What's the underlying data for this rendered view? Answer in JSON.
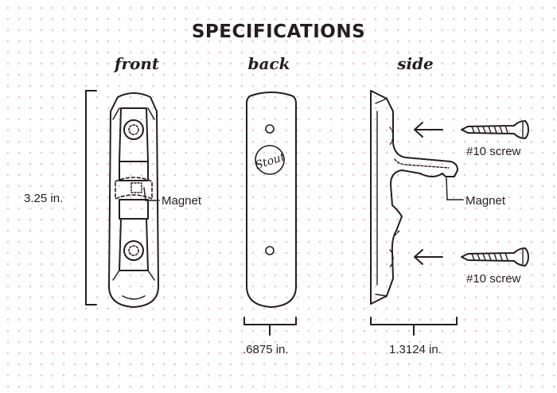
{
  "title": "SPECIFICATIONS",
  "views": {
    "front": "front",
    "back": "back",
    "side": "side"
  },
  "dimensions": {
    "height": "3.25 in.",
    "back_width": ".6875 in.",
    "side_depth": "1.3124 in."
  },
  "callouts": {
    "front_magnet": "Magnet",
    "side_magnet": "Magnet",
    "screw_top": "#10 screw",
    "screw_bottom": "#10 screw"
  },
  "logo_text": "Stout",
  "colors": {
    "ink": "#231f20",
    "pattern": "#f3c9cf",
    "background": "#ffffff"
  }
}
